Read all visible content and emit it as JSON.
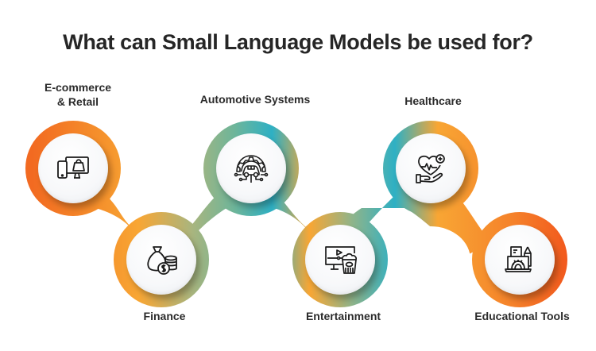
{
  "title": "What can Small Language Models be used for?",
  "colors": {
    "orange": "#f26a21",
    "amber": "#f8a634",
    "sage": "#8fb48a",
    "teal": "#2eb0c4",
    "text": "#262626"
  },
  "items": [
    {
      "label_line1": "E-commerce",
      "label_line2": "& Retail",
      "icon": "ecommerce-devices-icon",
      "position": "top"
    },
    {
      "label_line1": "Finance",
      "icon": "money-bag-coins-icon",
      "position": "bottom"
    },
    {
      "label_line1": "Automotive Systems",
      "icon": "car-gear-circuit-icon",
      "position": "top"
    },
    {
      "label_line1": "Entertainment",
      "icon": "monitor-popcorn-icon",
      "position": "bottom"
    },
    {
      "label_line1": "Healthcare",
      "icon": "heart-hand-icon",
      "position": "top"
    },
    {
      "label_line1": "Educational Tools",
      "icon": "laptop-gear-pencil-icon",
      "position": "bottom"
    }
  ]
}
